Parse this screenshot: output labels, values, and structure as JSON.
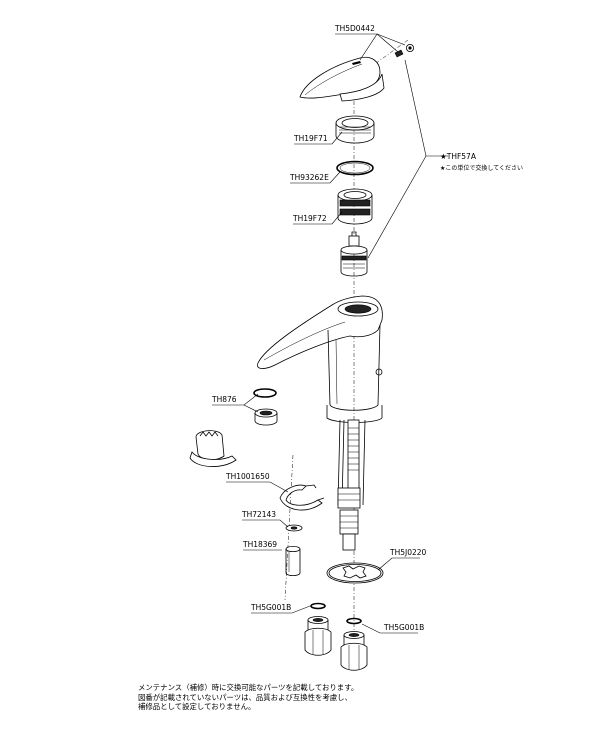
{
  "parts": {
    "handle": "TH5D0442",
    "cartridge_unit": "THF57A",
    "cartridge_unit_marker": "★",
    "cartridge_note": "★この単位で交換してください",
    "lock_ring": "TH19F71",
    "o_ring": "TH93262E",
    "cartridge_holder": "TH19F72",
    "aerator": "TH876",
    "clamp": "TH1001650",
    "washer": "TH72143",
    "spacer": "TH18369",
    "base_plate": "TH5J0220",
    "hose_nut_left": "TH5G001B",
    "hose_nut_right": "TH5G001B"
  },
  "footer": {
    "line1": "メンテナンス（補修）時に交換可能なパーツを記載しております。",
    "line2": "図番が記載されていないパーツは、品質および互換性を考慮し、",
    "line3": "補修品として設定しておりません。"
  }
}
